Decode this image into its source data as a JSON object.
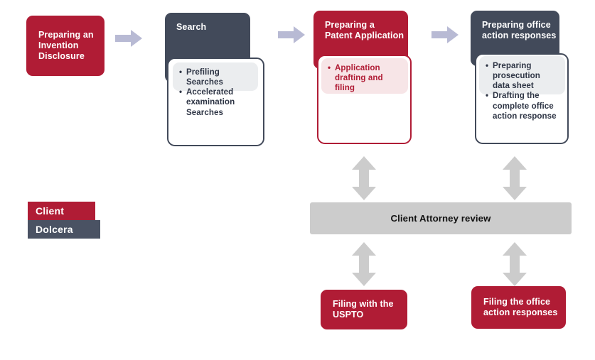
{
  "diagram": {
    "title_present": false,
    "colors": {
      "red": "#b01c35",
      "dark_slate": "#424a5a",
      "light_panel_gray": "#ebedef",
      "light_panel_pink": "#f7e5e7",
      "arrow_lavender": "#b8bad4",
      "arrow_gray": "#cccccc",
      "review_bar_gray": "#cccccc",
      "white": "#ffffff"
    },
    "stages": [
      {
        "id": "invention-disclosure",
        "kind": "solid",
        "variant": "red",
        "title": "Preparing an Invention Disclosure",
        "bullets": []
      },
      {
        "id": "search",
        "kind": "stacked",
        "variant": "dark",
        "title": "Search",
        "bullets": [
          "Prefiling Searches",
          "Accelerated examination Searches"
        ]
      },
      {
        "id": "patent-application",
        "kind": "stacked",
        "variant": "red",
        "title": "Preparing a Patent Application",
        "bullets": [
          "Application drafting and filing"
        ]
      },
      {
        "id": "office-action-responses",
        "kind": "stacked",
        "variant": "dark",
        "title": "Preparing office action responses",
        "bullets": [
          "Preparing prosecution data sheet",
          "Drafting the complete office action response"
        ]
      }
    ],
    "review": {
      "label": "Client Attorney review"
    },
    "outputs": [
      {
        "id": "filing-uspto",
        "label": "Filing with the USPTO"
      },
      {
        "id": "filing-office-action",
        "label": "Filing the office action responses"
      }
    ],
    "legend": {
      "rows": [
        {
          "label": "Client",
          "color": "#b01c35"
        },
        {
          "label": "Dolcera",
          "color": "#4a5263"
        }
      ]
    },
    "arrows": {
      "flow_right_icon": "arrow-right-icon",
      "bidirectional_icon": "arrow-up-down-icon",
      "flow_right_count": 3,
      "bidirectional_count": 4
    }
  }
}
